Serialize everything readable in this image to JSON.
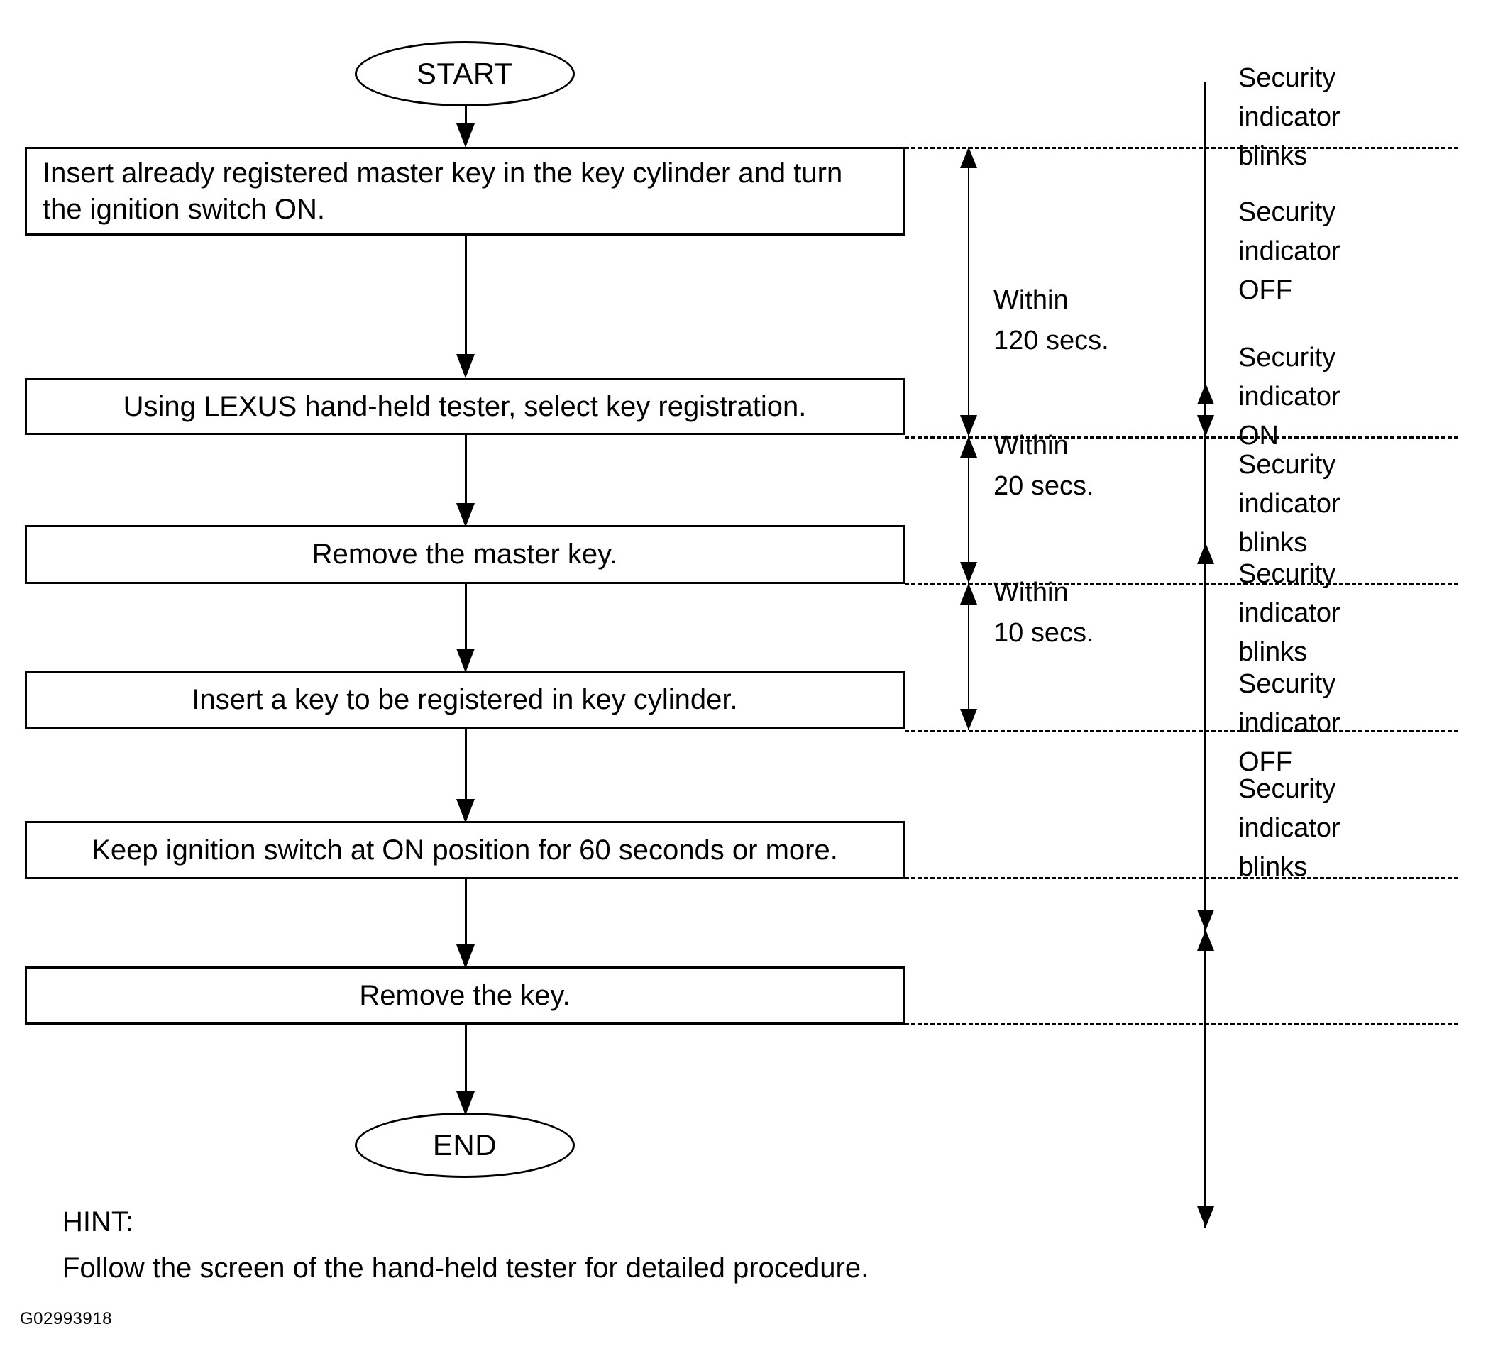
{
  "diagram": {
    "caption": "G02993918",
    "start_label": "START",
    "end_label": "END",
    "steps": [
      {
        "id": "step-1",
        "text": "Insert already registered master key in the key cylinder and turn\nthe ignition switch ON.",
        "align": "left"
      },
      {
        "id": "step-2",
        "text": "Using LEXUS hand-held tester, select key registration.",
        "align": "center"
      },
      {
        "id": "step-3",
        "text": "Remove the master key.",
        "align": "center"
      },
      {
        "id": "step-4",
        "text": "Insert a key to be registered in key cylinder.",
        "align": "center"
      },
      {
        "id": "step-5",
        "text": "Keep ignition switch at ON position for 60 seconds or more.",
        "align": "center"
      },
      {
        "id": "step-6",
        "text": "Remove the key.",
        "align": "center"
      }
    ],
    "timings": [
      {
        "id": "timing-120",
        "text": "Within\n120 secs."
      },
      {
        "id": "timing-20",
        "text": "Within\n20 secs."
      },
      {
        "id": "timing-10",
        "text": "Within\n10 secs."
      }
    ],
    "status_states": [
      {
        "id": "status-1",
        "text": "Security\nindicator\nblinks"
      },
      {
        "id": "status-2",
        "text": "Security\nindicator\nOFF"
      },
      {
        "id": "status-3",
        "text": "Security\nindicator\nON"
      },
      {
        "id": "status-4",
        "text": "Security\nindicator\nblinks"
      },
      {
        "id": "status-5",
        "text": "Security\nindicator\nblinks"
      },
      {
        "id": "status-6",
        "text": "Security\nindicator\nOFF"
      },
      {
        "id": "status-7",
        "text": "Security\nindicator\nblinks"
      }
    ],
    "hint": {
      "title": "HINT:",
      "body": "Follow the screen of the hand-held tester for detailed procedure."
    },
    "colors": {
      "stroke": "#000000",
      "background": "#ffffff"
    }
  }
}
